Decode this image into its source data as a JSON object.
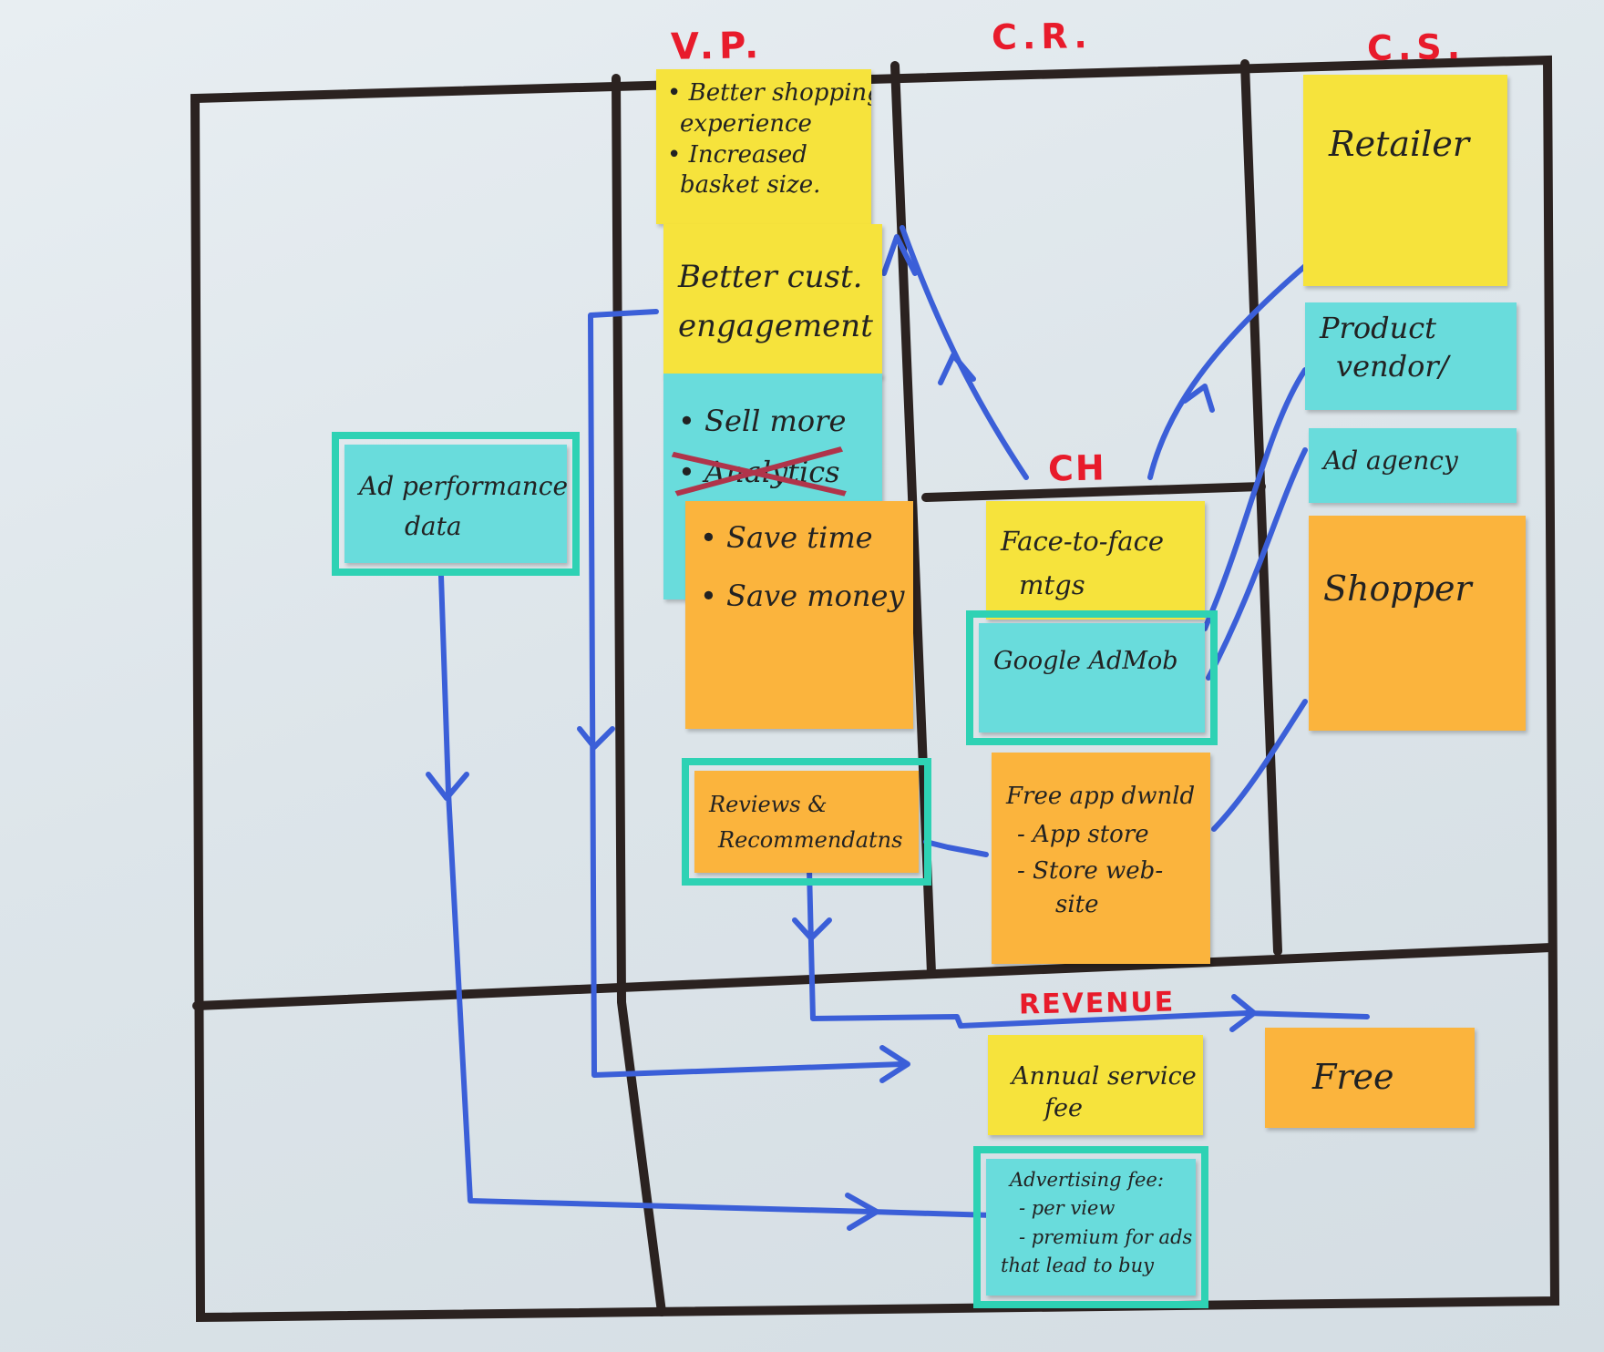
{
  "headers": {
    "vp": "V.P.",
    "cr": "C.R.",
    "cs": "C.S.",
    "ch": "CH",
    "revenue": "REVENUE"
  },
  "notes": {
    "vp_shopping": [
      "• Better shopping",
      "experience",
      "• Increased",
      "basket size."
    ],
    "vp_engagement": [
      "Better cust.",
      "engagement"
    ],
    "vp_sell": [
      "• Sell more",
      "• Analytics"
    ],
    "vp_save": [
      "• Save time",
      "• Save money"
    ],
    "vp_reviews": [
      "Reviews &",
      "Recommendatns"
    ],
    "ad_performance": [
      "Ad performance",
      "data"
    ],
    "ch_face": [
      "Face-to-face",
      "mtgs"
    ],
    "ch_admob": [
      "Google AdMob"
    ],
    "ch_freeapp": [
      "Free app dwnld",
      "- App store",
      "- Store web-",
      "site"
    ],
    "cs_retailer": [
      "Retailer"
    ],
    "cs_vendor": [
      "Product",
      "vendor/"
    ],
    "cs_agency": [
      "Ad agency"
    ],
    "cs_shopper": [
      "Shopper"
    ],
    "rev_annual": [
      "Annual service",
      "fee"
    ],
    "rev_free": [
      "Free"
    ],
    "rev_advertising": [
      "Advertising fee:",
      "- per view",
      "- premium for ads",
      "that lead to buy"
    ]
  },
  "colors": {
    "marker_black": "#2b2220",
    "marker_blue": "#3b5fd8",
    "marker_red": "#e81b2b",
    "strike_red": "#b0344a",
    "outline_teal": "#2ed2b4",
    "note_yellow": "#f6e33c",
    "note_cyan": "#69dcdc",
    "note_orange": "#fbb43d"
  }
}
